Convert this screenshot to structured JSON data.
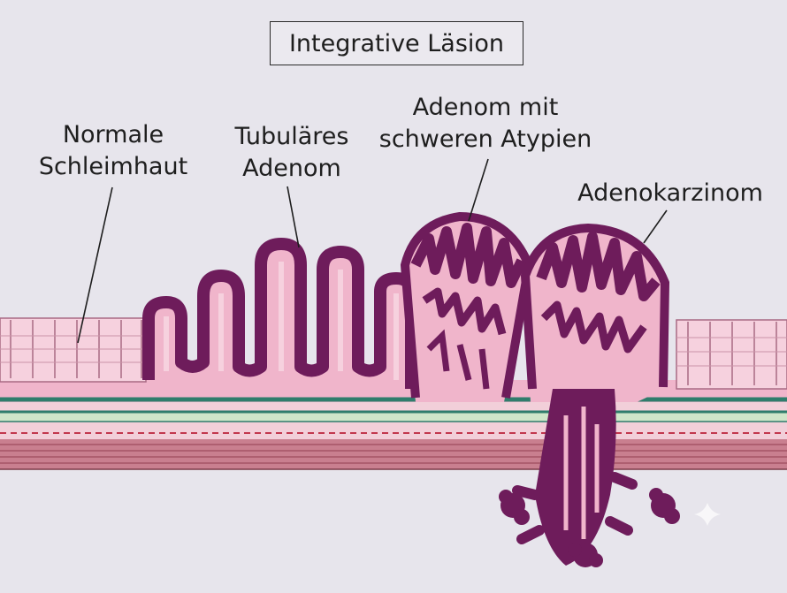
{
  "title": "Integrative Läsion",
  "labels": {
    "normal": {
      "line1": "Normale",
      "line2": "Schleimhaut"
    },
    "tubular": {
      "line1": "Tubuläres",
      "line2": "Adenom"
    },
    "atypia": {
      "line1": "Adenom mit",
      "line2": "schweren Atypien"
    },
    "carcinoma": {
      "line1": "Adenokarzinom"
    }
  },
  "colors": {
    "background": "#e7e5ec",
    "mucosa": "#f0b5cb",
    "adenoma": "#6e1c5b",
    "normal_crypt": "#f6d1de",
    "muscularis_mucosae": "#2f7d6c",
    "submucosa": "#cfe6c9",
    "muscle": "#c97f8f",
    "dashed_line": "#c2374d"
  },
  "icons": [
    "sparkle-icon"
  ]
}
